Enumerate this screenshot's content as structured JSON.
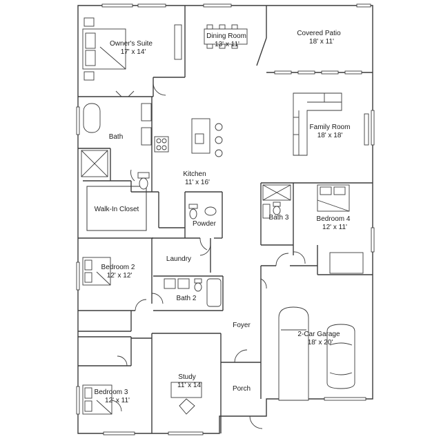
{
  "rooms": {
    "owners_suite": {
      "name": "Owner's Suite",
      "dims": "17' x 14'"
    },
    "dining_room": {
      "name": "Dining Room",
      "dims": "13' x 11'"
    },
    "covered_patio": {
      "name": "Covered Patio",
      "dims": "18' x 11'"
    },
    "family_room": {
      "name": "Family Room",
      "dims": "18' x 18'"
    },
    "bath": {
      "name": "Bath"
    },
    "kitchen": {
      "name": "Kitchen",
      "dims": "11' x 16'"
    },
    "walk_in_closet": {
      "name": "Walk-In Closet"
    },
    "powder": {
      "name": "Powder"
    },
    "bath_3": {
      "name": "Bath 3"
    },
    "bedroom_4": {
      "name": "Bedroom 4",
      "dims": "12' x 11'"
    },
    "laundry": {
      "name": "Laundry"
    },
    "bedroom_2": {
      "name": "Bedroom 2",
      "dims": "12' x 12'"
    },
    "bath_2": {
      "name": "Bath 2"
    },
    "foyer": {
      "name": "Foyer"
    },
    "garage": {
      "name": "2-Car Garage",
      "dims": "18' x 20'"
    },
    "study": {
      "name": "Study",
      "dims": "11' x 14'"
    },
    "porch": {
      "name": "Porch"
    },
    "bedroom_3": {
      "name": "Bedroom 3",
      "dims": "12' x 11'"
    }
  }
}
